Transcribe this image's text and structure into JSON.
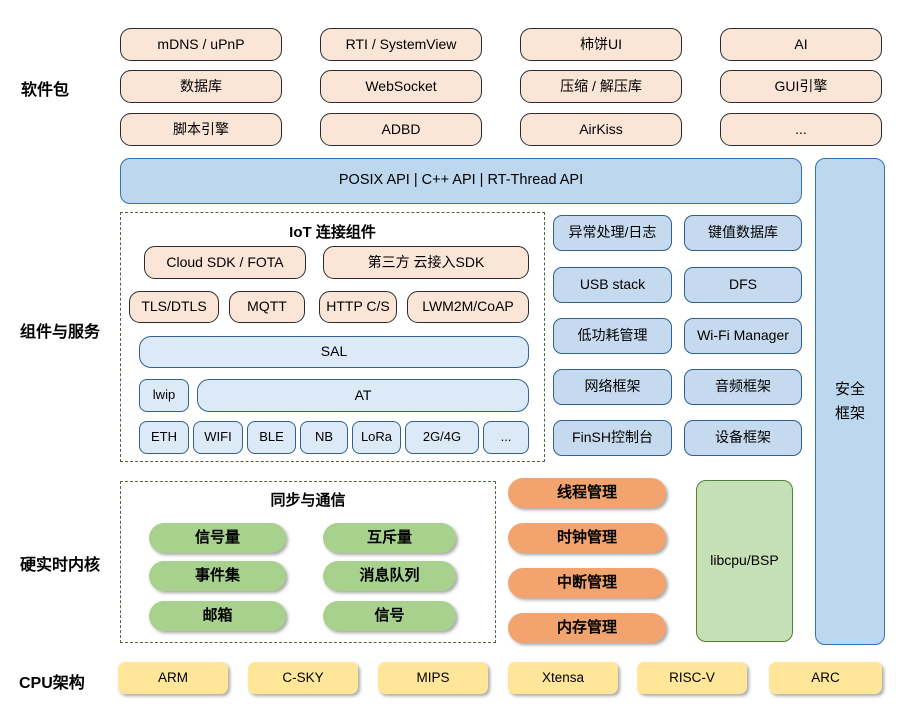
{
  "section_labels": {
    "software": "软件包",
    "components": "组件与服务",
    "kernel": "硬实时内核",
    "cpu": "CPU架构"
  },
  "software_packages": [
    "mDNS / uPnP",
    "RTI / SystemView",
    "柿饼UI",
    "AI",
    "数据库",
    "WebSocket",
    "压缩 / 解压库",
    "GUI引擎",
    "脚本引擎",
    "ADBD",
    "AirKiss",
    "..."
  ],
  "api_bar": {
    "label": "POSIX API | C++ API | RT-Thread API"
  },
  "security_frame": {
    "line1": "安全",
    "line2": "框架"
  },
  "iot": {
    "title": "IoT 连接组件",
    "cloud_sdk": "Cloud SDK / FOTA",
    "third_party": "第三方 云接入SDK",
    "protocols": [
      "TLS/DTLS",
      "MQTT",
      "HTTP C/S",
      "LWM2M/CoAP"
    ],
    "sal": "SAL",
    "lwip": "lwip",
    "at": "AT",
    "links": [
      "ETH",
      "WIFI",
      "BLE",
      "NB",
      "LoRa",
      "2G/4G",
      "..."
    ]
  },
  "services": [
    "异常处理/日志",
    "键值数据库",
    "USB stack",
    "DFS",
    "低功耗管理",
    "Wi-Fi Manager",
    "网络框架",
    "音频框架",
    "FinSH控制台",
    "设备框架"
  ],
  "sync": {
    "title": "同步与通信",
    "items": [
      "信号量",
      "互斥量",
      "事件集",
      "消息队列",
      "邮箱",
      "信号"
    ]
  },
  "kernel_mgmt": [
    "线程管理",
    "时钟管理",
    "中断管理",
    "内存管理"
  ],
  "libcpu": "libcpu/BSP",
  "cpu_archs": [
    "ARM",
    "C-SKY",
    "MIPS",
    "Xtensa",
    "RISC-V",
    "ARC"
  ],
  "colors": {
    "peach_fill": "#FBE5D6",
    "blue_bar_fill": "#BDD7EE",
    "blue_fill": "#C5DAEE",
    "blue_light_fill": "#DCE9F7",
    "blue_border": "#31608F",
    "green_pill": "#A9D18E",
    "green_box_fill": "#C5E0B4",
    "green_border": "#538135",
    "orange_pill": "#F2A36E",
    "yellow_fill": "#FFE699",
    "dash_border": "#50663C"
  }
}
